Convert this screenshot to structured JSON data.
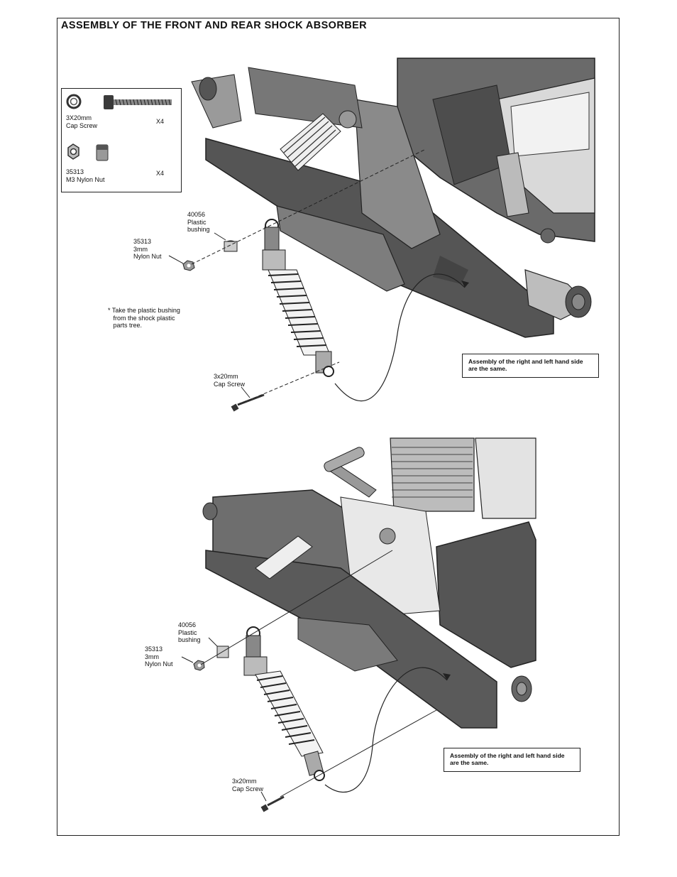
{
  "page": {
    "title": "ASSEMBLY OF THE FRONT AND REAR SHOCK ABSORBER"
  },
  "parts_list": {
    "items": [
      {
        "name_line1": "3X20mm",
        "name_line2": "Cap Screw",
        "qty": "X4",
        "icon": "cap-screw-icon"
      },
      {
        "name_line1": "35313",
        "name_line2": "M3 Nylon Nut",
        "qty": "X4",
        "icon": "nylon-nut-icon"
      }
    ]
  },
  "front_assembly": {
    "bushing": {
      "line1": "40056",
      "line2": "Plastic",
      "line3": "bushing"
    },
    "nut": {
      "line1": "35313",
      "line2": "3mm",
      "line3": "Nylon Nut"
    },
    "screw": {
      "line1": "3x20mm",
      "line2": "Cap Screw"
    },
    "footnote": {
      "line1": "* Take the plastic bushing",
      "line2": "from the shock plastic",
      "line3": "parts tree."
    },
    "note": {
      "line1": "Assembly of the right and left hand side",
      "line2": "are the same."
    }
  },
  "rear_assembly": {
    "bushing": {
      "line1": "40056",
      "line2": "Plastic",
      "line3": "bushing"
    },
    "nut": {
      "line1": "35313",
      "line2": "3mm",
      "line3": "Nylon Nut"
    },
    "screw": {
      "line1": "3x20mm",
      "line2": "Cap Screw"
    },
    "note": {
      "line1": "Assembly of the right and left hand side",
      "line2": "are the same."
    }
  }
}
